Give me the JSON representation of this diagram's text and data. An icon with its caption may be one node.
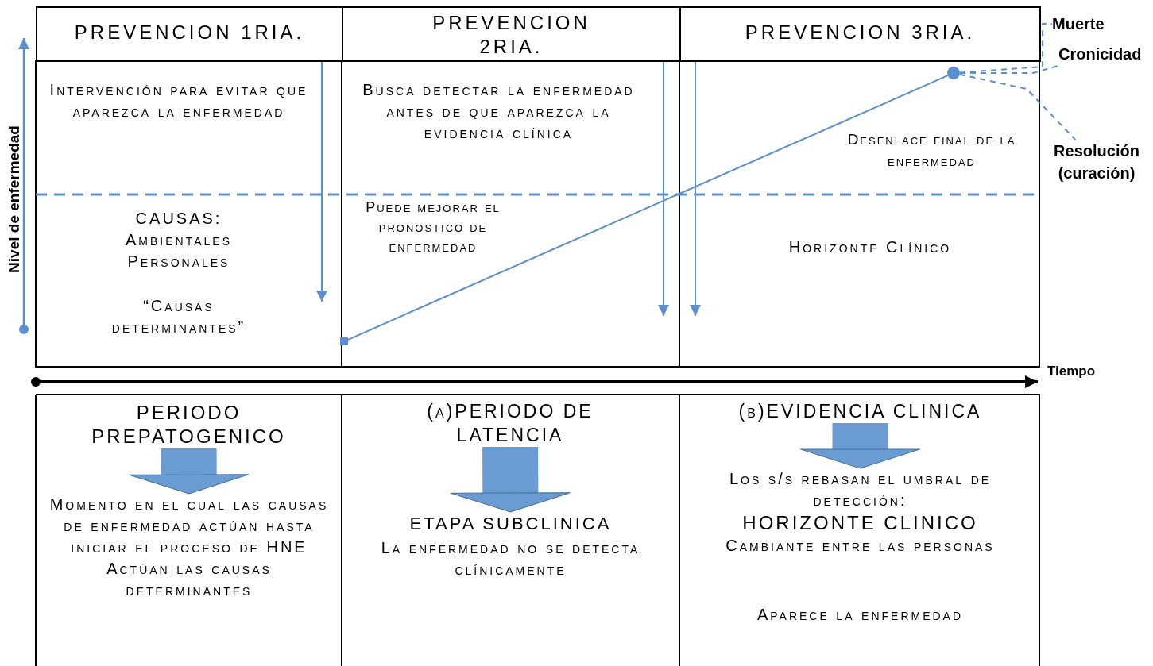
{
  "diagram": {
    "nodes": [
      {
        "text": [
          "PREVENCION 1RIA."
        ]
      },
      {
        "text": [
          "PREVENCION 2RIA."
        ]
      },
      {
        "text": [
          "PREVENCION 3RIA."
        ]
      },
      {
        "text": [
          "Intervención para evitar que aparezca la enfermedad"
        ]
      },
      {
        "text": [
          "CAUSAS: Ambientales Personales"
        ]
      },
      {
        "text": [
          "“Causas determinantes”"
        ]
      },
      {
        "text": [
          "Busca detectar la enfermedad antes de que aparezca la evidencia clínica"
        ]
      },
      {
        "text": [
          "Puede mejorar el pronostico de enfermedad"
        ]
      },
      {
        "text": [
          "Desenlace final de la enfermedad"
        ]
      },
      {
        "text": [
          "Horizonte Clínico"
        ]
      },
      {
        "text": [],
        "shape": "box"
      },
      {
        "text": [],
        "shape": "circle"
      },
      {
        "text": [
          "Muerte"
        ]
      },
      {
        "text": [
          "Cronicidad"
        ]
      },
      {
        "text": [
          "Resolución (curación)"
        ]
      },
      {
        "text": [
          "PERIODO PREPATOGENICO"
        ]
      },
      {
        "text": [
          "Momento en el cual las causas de enfermedad actúan hasta iniciar el proceso de HNE Actúan las causas determinantes"
        ]
      },
      {
        "text": [
          "(a)PERIODO DE LATENCIA"
        ]
      },
      {
        "text": [
          "ETAPA SUBCLINICA",
          "La enfermedad no se detecta clínicamente"
        ]
      },
      {
        "text": [
          "(b)EVIDENCIA CLINICA"
        ]
      },
      {
        "text": [
          "Los s/s rebasan el umbral de detección:",
          "HORIZONTE CLINICO",
          "Cambiante entre las personas",
          "Aparece la enfermedad"
        ]
      }
    ],
    "edges": [
      {
        "from": 0,
        "to": null,
        "arrow": "to"
      },
      {
        "from": 1,
        "to": null,
        "arrow": "to"
      },
      {
        "from": 2,
        "to": null,
        "arrow": "to"
      },
      {
        "from": 10,
        "to": 11,
        "arrow": "none"
      },
      {
        "from": 11,
        "to": 12,
        "arrow": "none",
        "style": "dashed"
      },
      {
        "from": 11,
        "to": 13,
        "arrow": "none",
        "style": "dashed"
      },
      {
        "from": 11,
        "to": 14,
        "arrow": "none",
        "style": "dashed"
      },
      {
        "from": 15,
        "to": 16,
        "arrow": "to",
        "style": "thick"
      },
      {
        "from": 17,
        "to": 18,
        "arrow": "to",
        "style": "thick"
      },
      {
        "from": 19,
        "to": 20,
        "arrow": "to",
        "style": "thick"
      }
    ],
    "labels": [
      "Nivel de enfermedad",
      "Tiempo"
    ]
  }
}
